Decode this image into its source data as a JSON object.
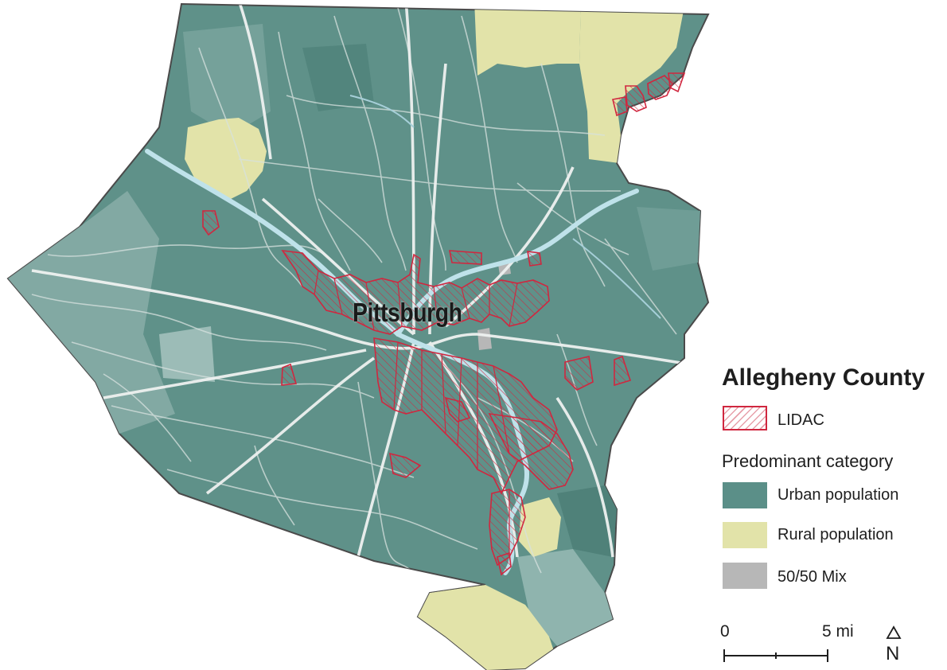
{
  "map": {
    "city_label": "Pittsburgh"
  },
  "legend": {
    "title": "Allegheny County",
    "lidac_label": "LIDAC",
    "category_heading": "Predominant category",
    "categories": [
      {
        "label": "Urban population",
        "color": "#5b8f88"
      },
      {
        "label": "Rural population",
        "color": "#e2e3a9"
      },
      {
        "label": "50/50 Mix",
        "color": "#b7b7b7"
      }
    ],
    "lidac_color": "#d0273f"
  },
  "scale_bar": {
    "start_label": "0",
    "end_label": "5 mi"
  },
  "north_arrow": {
    "label": "N"
  }
}
